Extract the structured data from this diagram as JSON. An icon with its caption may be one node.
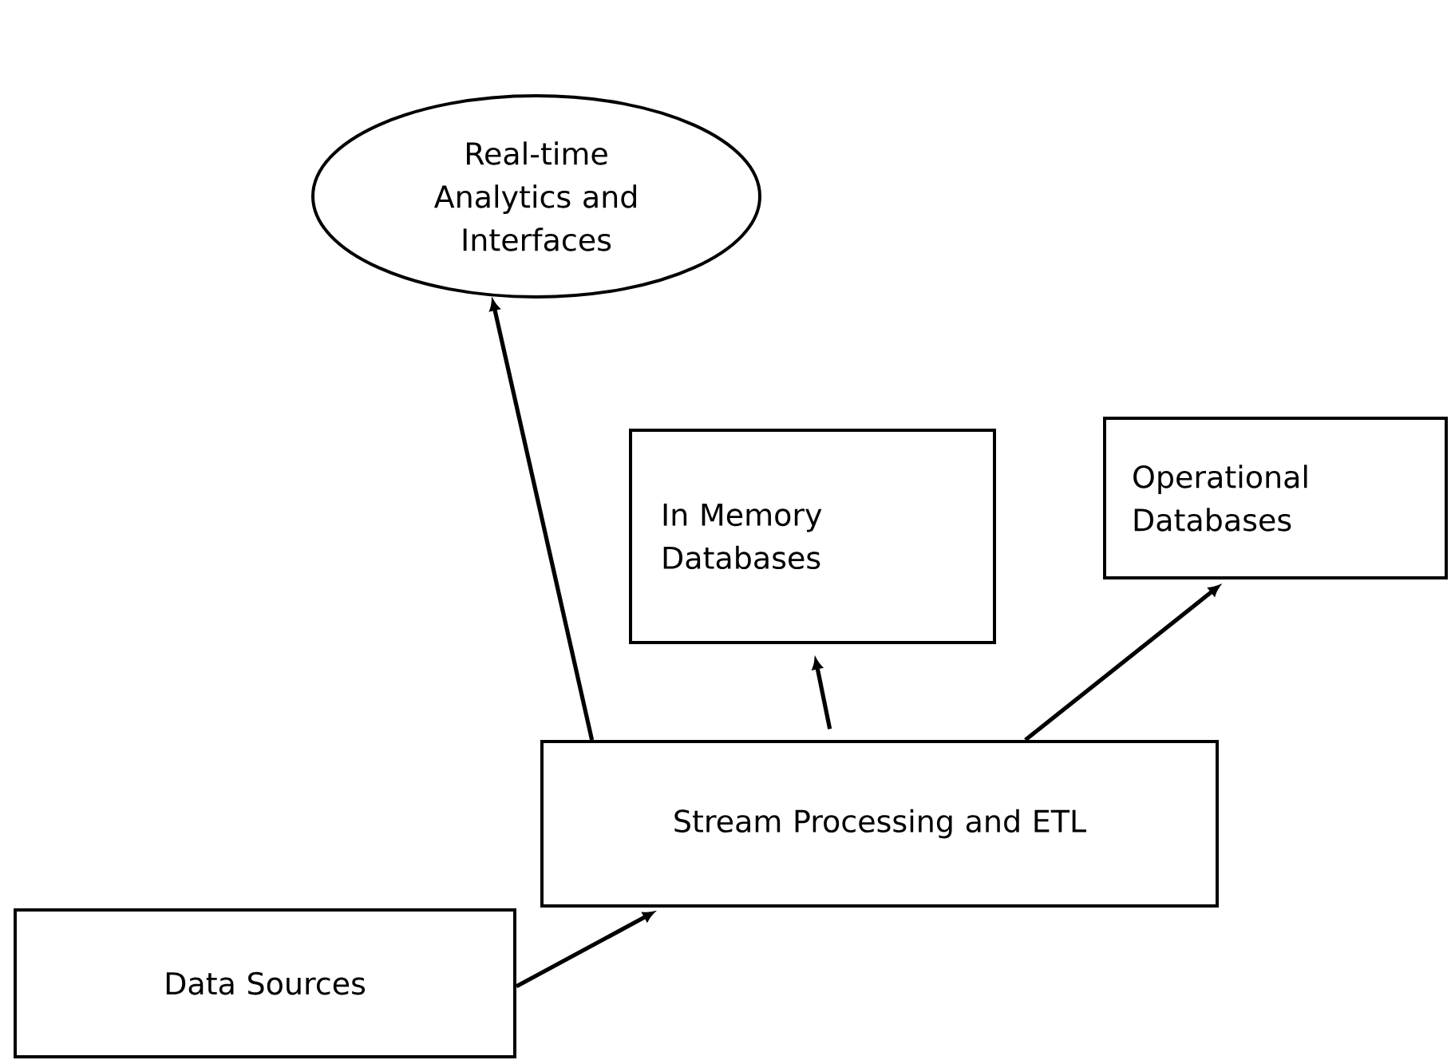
{
  "diagram": {
    "nodes": [
      {
        "text": [
          "Real-time Analytics and Interfaces"
        ]
      },
      {
        "text": [
          "In Memory Databases"
        ]
      },
      {
        "text": [
          "Operational Databases"
        ]
      },
      {
        "text": [
          "Stream Processing and ETL"
        ]
      },
      {
        "text": [
          "Data Sources"
        ]
      }
    ],
    "edges": [
      {
        "from": 3,
        "to": 0,
        "arrow": "to"
      },
      {
        "from": 3,
        "to": 1,
        "arrow": "to"
      },
      {
        "from": 3,
        "to": 2,
        "arrow": "to"
      },
      {
        "from": 4,
        "to": 3,
        "arrow": "to"
      }
    ]
  }
}
